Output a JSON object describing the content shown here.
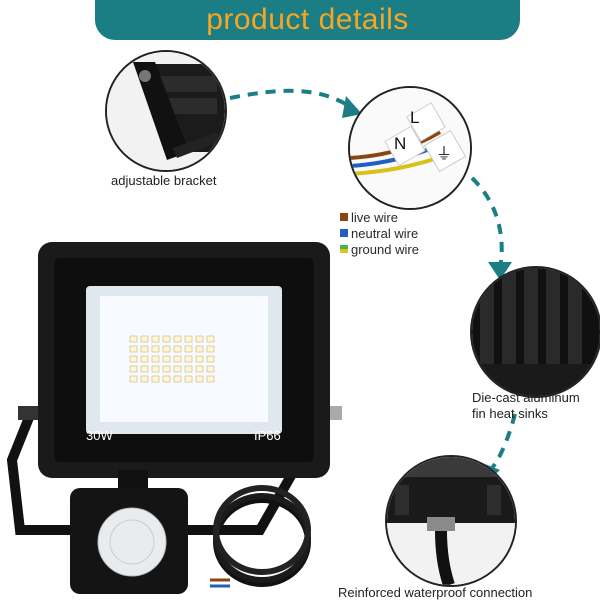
{
  "banner": {
    "title": "product details",
    "bg_color": "#1a7e84",
    "text_color": "#f5a623"
  },
  "callouts": [
    {
      "caption": "adjustable bracket"
    },
    {
      "wire_labels": [
        "L",
        "N",
        "⏚"
      ]
    },
    {
      "caption_lines": [
        "Die-cast aluminum",
        "fin heat sinks"
      ]
    },
    {
      "caption": "Reinforced waterproof connection"
    }
  ],
  "wire_legend": [
    {
      "label": "live wire",
      "color": "#8b4513"
    },
    {
      "label": "neutral wire",
      "color": "#1f5fbf"
    },
    {
      "label": "ground wire",
      "color": "#4caf50"
    }
  ],
  "product": {
    "power_label": "30W",
    "rating_label": "IP66"
  },
  "icons": [
    "arrow-dashed-icon"
  ]
}
